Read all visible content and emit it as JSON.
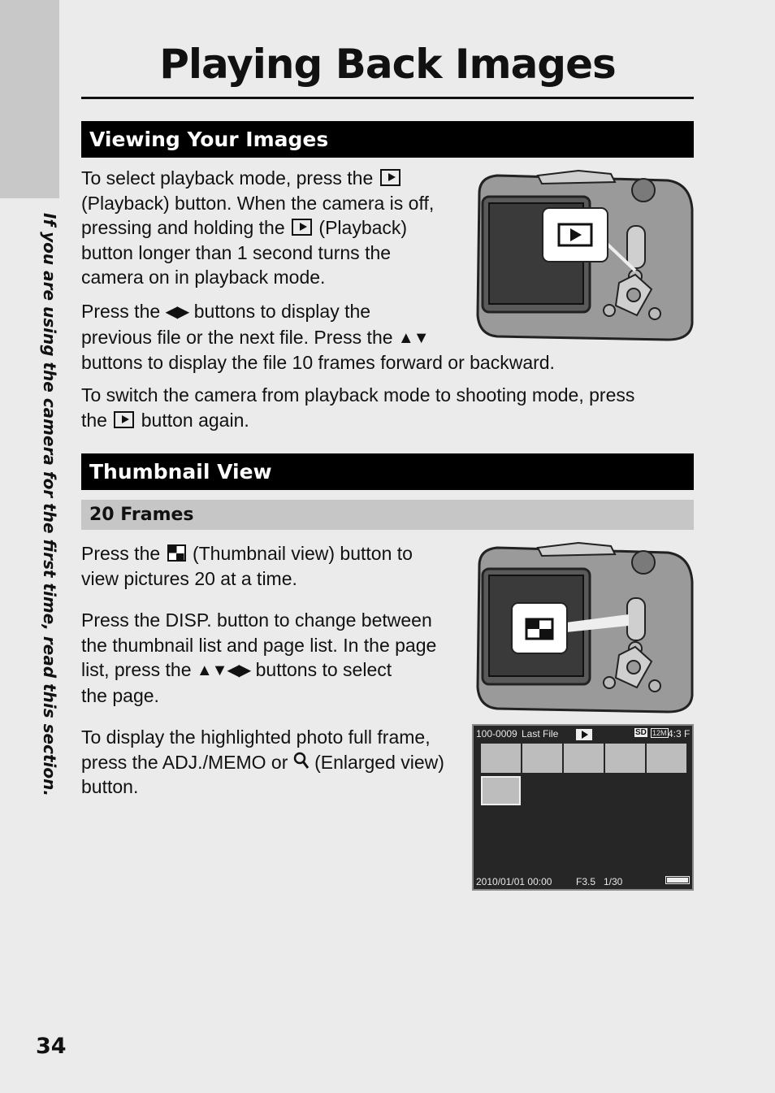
{
  "side_text": "If you are using the camera for the first time, read this section.",
  "page_title": "Playing Back Images",
  "section1": {
    "heading": "Viewing Your Images",
    "p1": {
      "a": "To select playback mode, press the",
      "b": "(Playback) button. When the camera is off,",
      "c": "pressing and holding the",
      "d": "(Playback)",
      "e": "button longer than 1 second turns the",
      "f": "camera on in playback mode."
    },
    "p2": {
      "a": "Press the",
      "arrows_lr": "◀▶",
      "b": "buttons to display the",
      "c": "previous file or the next file. Press the",
      "arrows_ud": "▲▼",
      "d": "buttons to display the file 10 frames forward or backward."
    },
    "p3": {
      "a": "To switch the camera from playback mode to shooting mode, press",
      "b": "the",
      "c": "button again."
    }
  },
  "section2": {
    "heading": "Thumbnail View",
    "subheading": "20 Frames",
    "p1": {
      "a": "Press the",
      "b": "(Thumbnail view) button to",
      "c": "view pictures 20 at a time."
    },
    "p2": {
      "a": "Press the DISP. button to change between",
      "b": "the thumbnail list and page list. In the page",
      "c": "list, press the",
      "arrows": "▲▼◀▶",
      "d": "buttons to select",
      "e": "the page."
    },
    "p3": {
      "a": "To display the highlighted photo full frame,",
      "b": "press the ADJ./MEMO or",
      "c": "(Enlarged view)",
      "d": "button."
    }
  },
  "screen": {
    "file_no": "100-0009",
    "last_file": "Last File",
    "card": "SD",
    "size": "12M",
    "aspect": "4:3 F",
    "datetime": "2010/01/01  00:00",
    "aperture": "F3.5",
    "shutter": "1/30"
  },
  "page_number": "34"
}
